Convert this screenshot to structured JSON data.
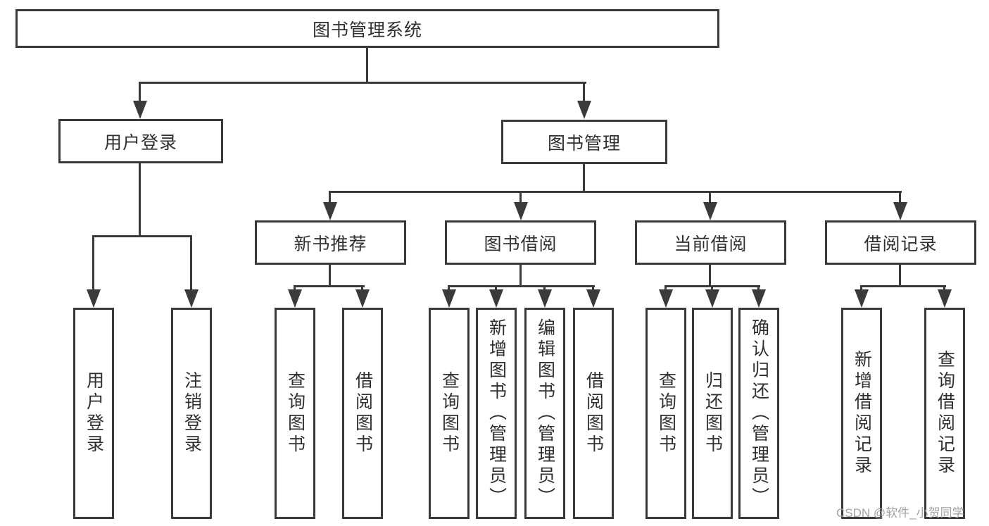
{
  "colors": {
    "line": "#3a3a3a",
    "text": "#2f2f2f",
    "background": "#ffffff",
    "watermark": "#a2a2a2"
  },
  "diagram": {
    "root": {
      "label": "图书管理系统"
    },
    "level1": [
      {
        "label": "用户登录"
      },
      {
        "label": "图书管理"
      }
    ],
    "level2": [
      {
        "label": "新书推荐"
      },
      {
        "label": "图书借阅"
      },
      {
        "label": "当前借阅"
      },
      {
        "label": "借阅记录"
      }
    ],
    "leaves": {
      "login": [
        {
          "label": "用户登录"
        },
        {
          "label": "注销登录"
        }
      ],
      "recommend": [
        {
          "label": "查询图书"
        },
        {
          "label": "借阅图书"
        }
      ],
      "borrow": [
        {
          "label": "查询图书"
        },
        {
          "label": "新增图书（管理员）"
        },
        {
          "label": "编辑图书（管理员）"
        },
        {
          "label": "借阅图书"
        }
      ],
      "current": [
        {
          "label": "查询图书"
        },
        {
          "label": "归还图书"
        },
        {
          "label": "确认归还（管理员）"
        }
      ],
      "records": [
        {
          "label": "新增借阅记录"
        },
        {
          "label": "查询借阅记录"
        }
      ]
    }
  },
  "watermark": {
    "text": "CSDN @软件_小贺同学"
  }
}
